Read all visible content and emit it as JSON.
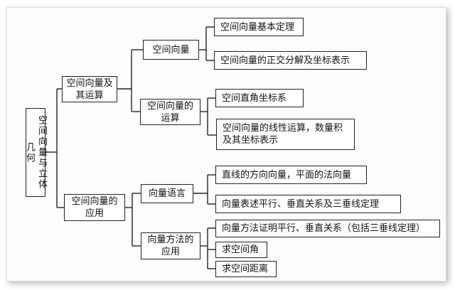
{
  "root": "空间向量与立体几何",
  "branches": [
    {
      "label": "空间向量及其运算",
      "children": [
        {
          "label": "空间向量",
          "leaves": [
            "空间向量基本定理",
            "空间向量的正交分解及坐标表示"
          ]
        },
        {
          "label": "空间向量的运算",
          "leaves": [
            "空间直角坐标系",
            "空间向量的线性运算，数量积及其坐标表示"
          ]
        }
      ]
    },
    {
      "label": "空间向量的应用",
      "children": [
        {
          "label": "向量语言",
          "leaves": [
            "直线的方向向量，平面的法向量",
            "向量表述平行、垂直关系及三垂线定理"
          ]
        },
        {
          "label": "向量方法的应用",
          "leaves": [
            "向量方法证明平行、垂直关系（包括三垂线定理）",
            "求空间角",
            "求空间距离"
          ]
        }
      ]
    }
  ]
}
